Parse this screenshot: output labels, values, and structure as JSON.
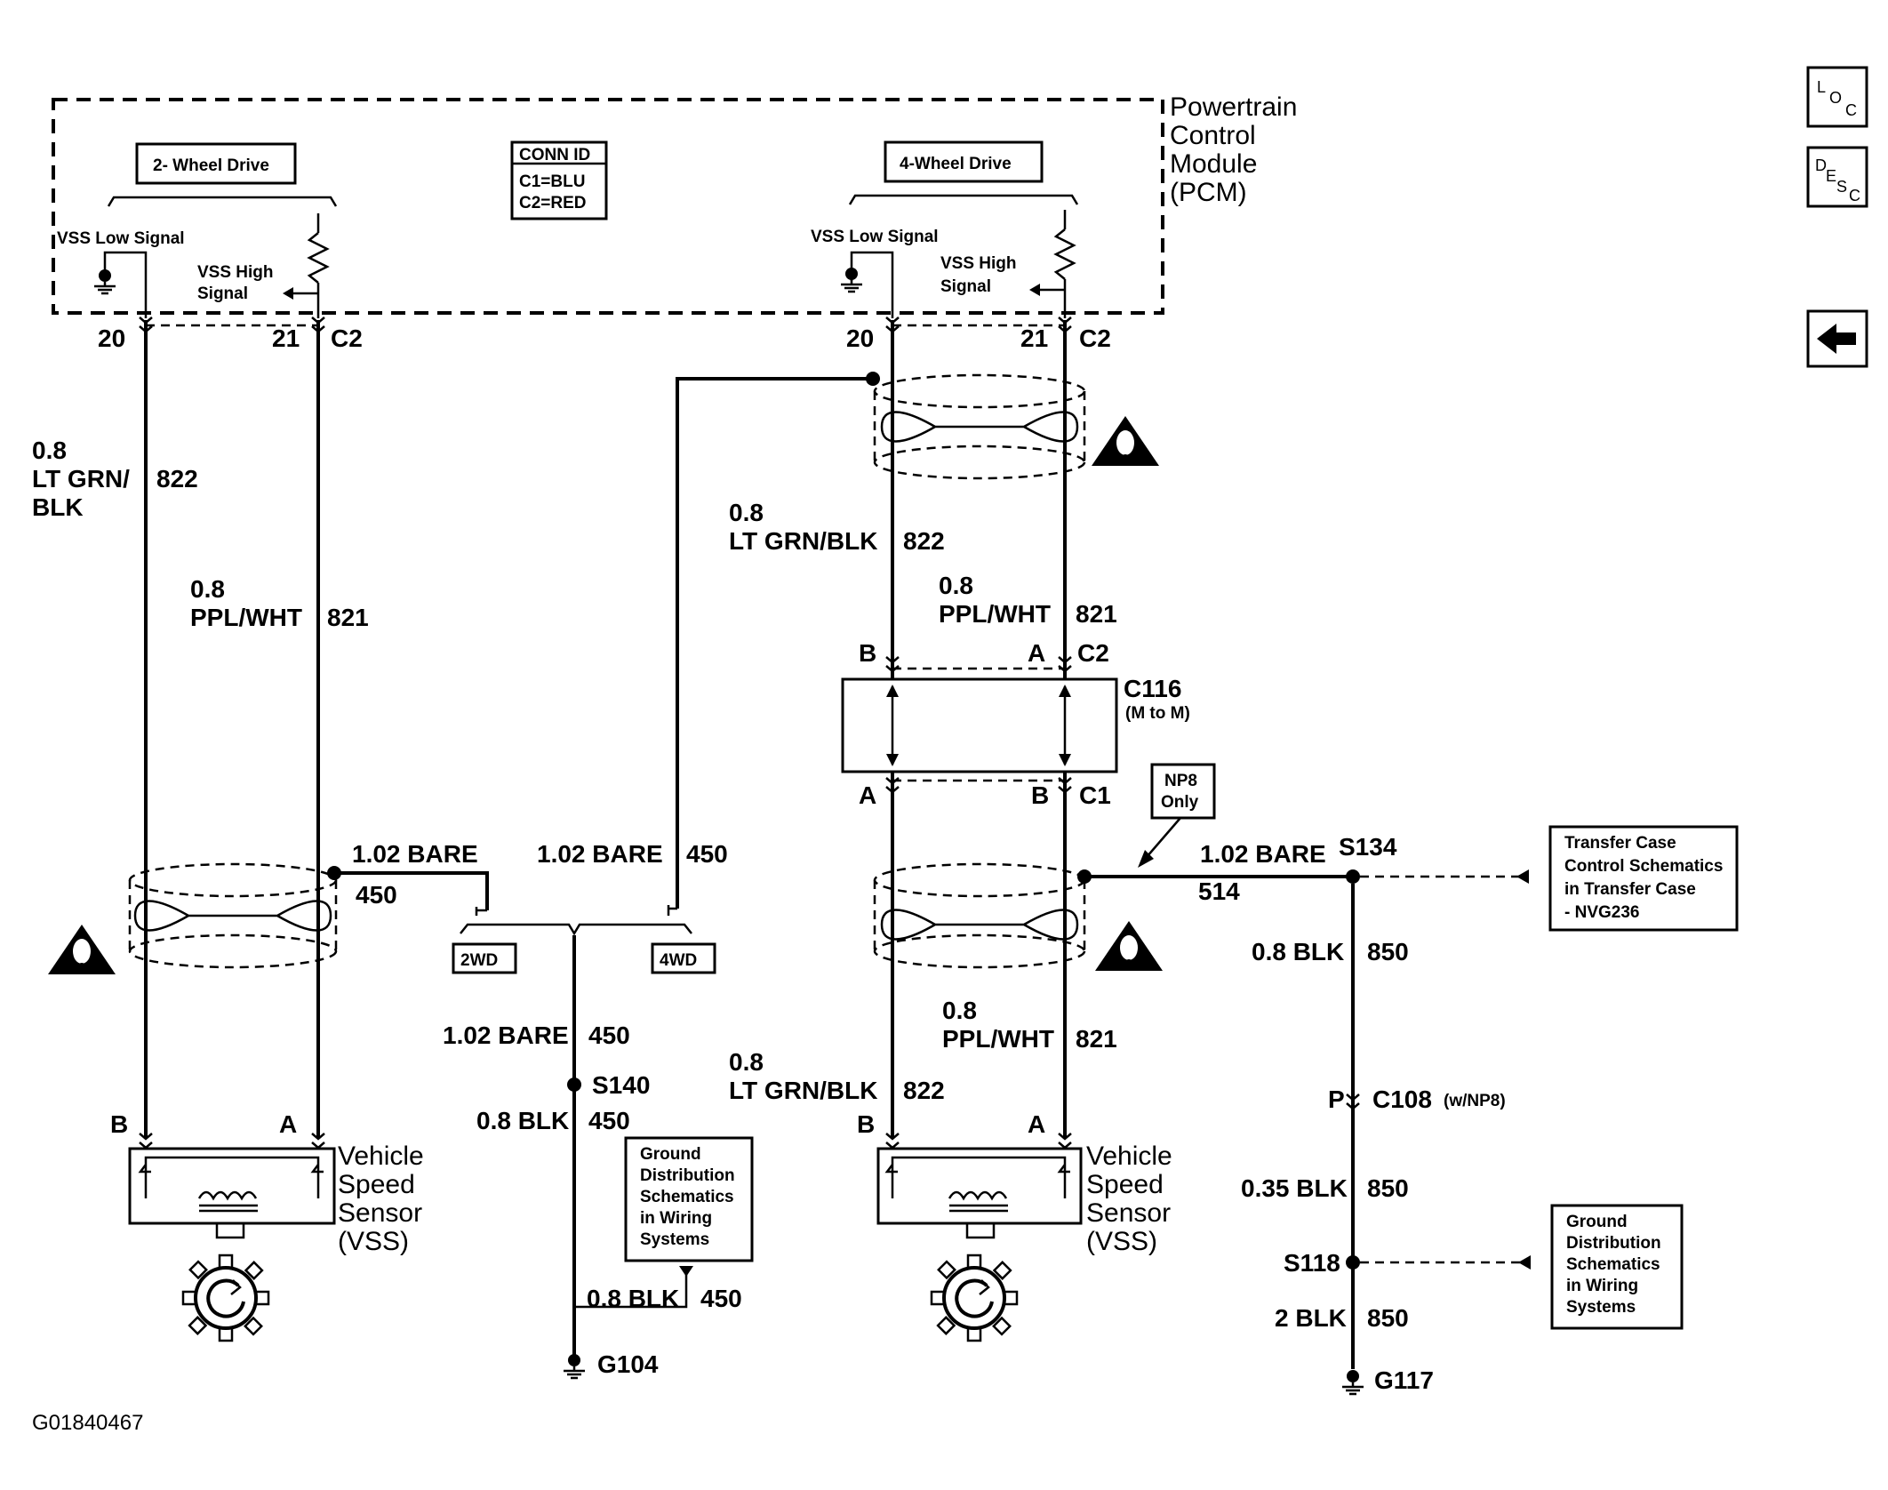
{
  "module": {
    "name_lines": [
      "Powertrain",
      "Control",
      "Module",
      "(PCM)"
    ],
    "conn_id": {
      "title": "CONN ID",
      "c1": "C1=BLU",
      "c2": "C2=RED"
    },
    "left_section": "2- Wheel Drive",
    "right_section": "4-Wheel Drive",
    "vss_low": "VSS Low Signal",
    "vss_high_1": "VSS High",
    "vss_high_2": "Signal"
  },
  "nav": {
    "loc": {
      "a": "L",
      "b": "O",
      "c": "C"
    },
    "desc": {
      "a": "D",
      "b": "E",
      "c": "S",
      "d": "C"
    },
    "back_icon": "left-arrow-icon"
  },
  "left_circuit": {
    "pin20": "20",
    "pin21": "21",
    "conn": "C2",
    "w822_gauge": "0.8",
    "w822_color_1": "LT GRN/",
    "w822_color_2": "BLK",
    "w822_num": "822",
    "w821_gauge": "0.8",
    "w821_color": "PPL/WHT",
    "w821_num": "821",
    "shield_gauge": "1.02 BARE",
    "shield_num": "450",
    "sensor_b": "B",
    "sensor_a": "A",
    "sensor_name": [
      "Vehicle",
      "Speed",
      "Sensor",
      "(VSS)"
    ]
  },
  "center_ground": {
    "wire_4wd": "1.02 BARE",
    "wire_4wd_num": "450",
    "opt_2wd": "2WD",
    "opt_4wd": "4WD",
    "wire_below": "1.02 BARE",
    "wire_below_num": "450",
    "splice": "S140",
    "wire_blk": "0.8 BLK",
    "wire_blk_num": "450",
    "ref_box": [
      "Ground",
      "Distribution",
      "Schematics",
      "in Wiring",
      "Systems"
    ],
    "wire_blk2": "0.8 BLK",
    "wire_blk2_num": "450",
    "ground": "G104"
  },
  "right_circuit": {
    "pin20": "20",
    "pin21": "21",
    "conn": "C2",
    "w822_gauge": "0.8",
    "w822_color": "LT GRN/BLK",
    "w822_num": "822",
    "w821_gauge": "0.8",
    "w821_color": "PPL/WHT",
    "w821_num": "821",
    "c116_b": "B",
    "c116_a": "A",
    "c116_c2": "C2",
    "c116_name": "C116",
    "c116_sub": "(M to M)",
    "c1_a": "A",
    "c1_b": "B",
    "c1": "C1",
    "np8_1": "NP8",
    "np8_2": "Only",
    "shield_gauge": "1.02 BARE",
    "shield_num": "514",
    "splice": "S134",
    "w821b_gauge": "0.8",
    "w821b_color": "PPL/WHT",
    "w821b_num": "821",
    "w822b_gauge": "0.8",
    "w822b_color": "LT GRN/BLK",
    "w822b_num": "822",
    "sensor_b": "B",
    "sensor_a": "A",
    "sensor_name": [
      "Vehicle",
      "Speed",
      "Sensor",
      "(VSS)"
    ]
  },
  "right_ground": {
    "transfer_ref": [
      "Transfer Case",
      "Control Schematics",
      "in Transfer Case",
      "- NVG236"
    ],
    "w850a": "0.8 BLK",
    "w850a_num": "850",
    "c108_pin": "P",
    "c108": "C108",
    "c108_sub": "(w/NP8)",
    "w850b": "0.35 BLK",
    "w850b_num": "850",
    "splice": "S118",
    "ref_box": [
      "Ground",
      "Distribution",
      "Schematics",
      "in Wiring",
      "Systems"
    ],
    "w850c": "2 BLK",
    "w850c_num": "850",
    "ground": "G117"
  },
  "figure_id": "G01840467"
}
